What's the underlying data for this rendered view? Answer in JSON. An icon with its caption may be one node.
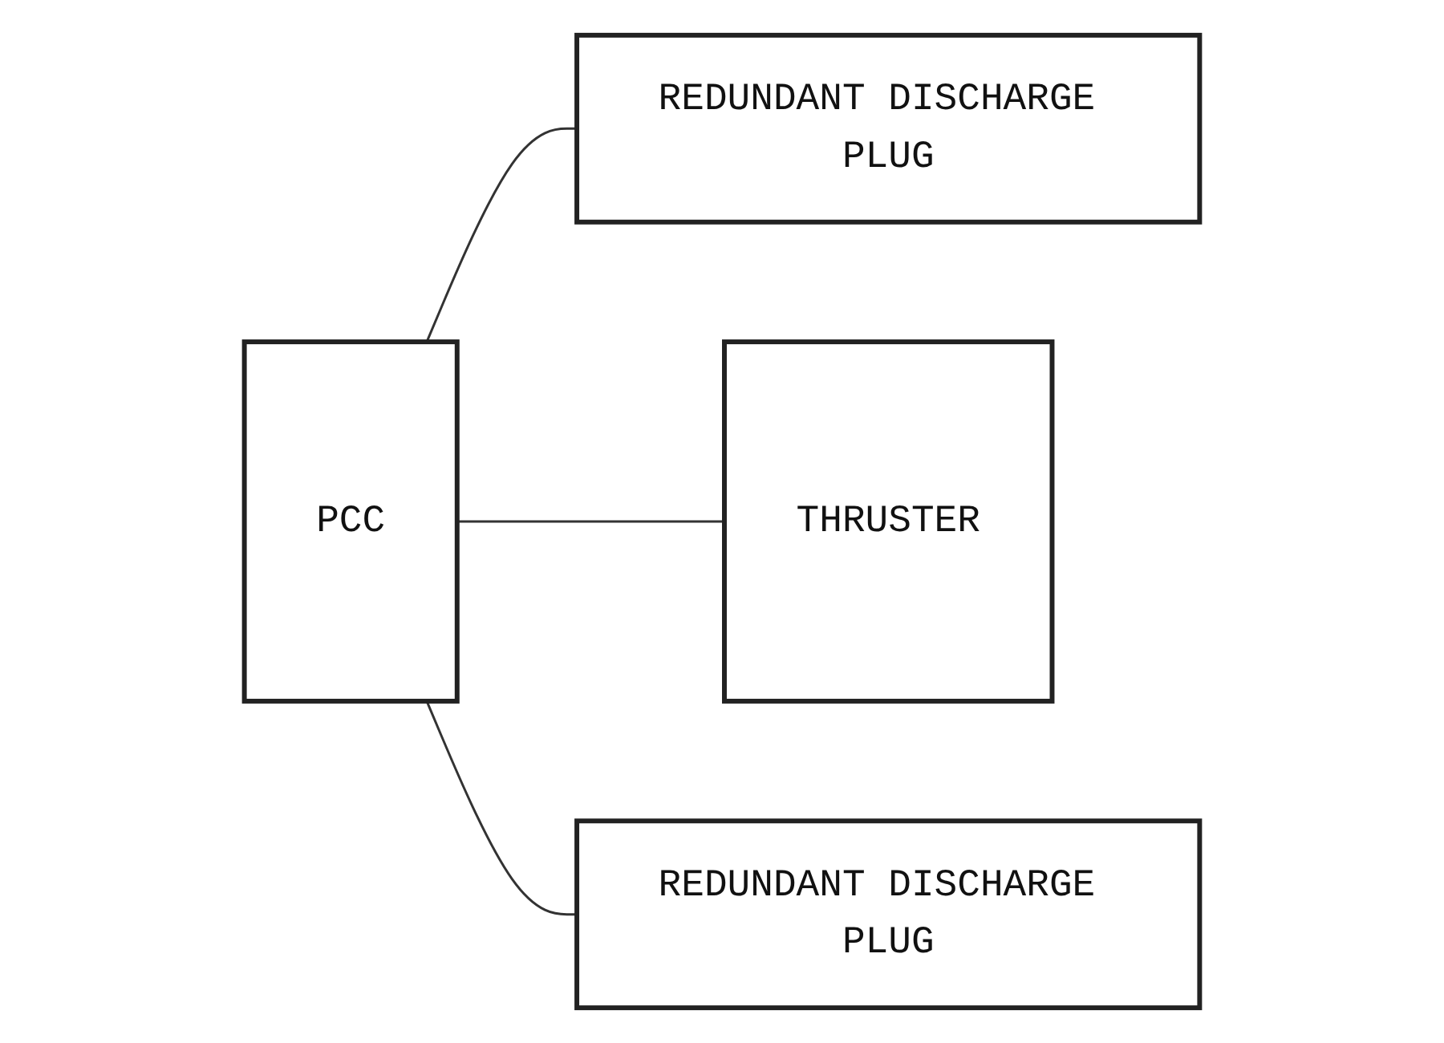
{
  "diagram": {
    "nodes": [
      {
        "text": [
          "REDUNDANT DISCHARGE PLUG"
        ]
      },
      {
        "text": [
          "PCC"
        ]
      },
      {
        "text": [
          "THRUSTER"
        ]
      },
      {
        "text": [
          "REDUNDANT DISCHARGE PLUG"
        ]
      }
    ],
    "edges": [
      {
        "from": 1,
        "to": 0,
        "arrow": "none"
      },
      {
        "from": 1,
        "to": 2,
        "arrow": "none"
      },
      {
        "from": 1,
        "to": 3,
        "arrow": "none"
      }
    ]
  }
}
